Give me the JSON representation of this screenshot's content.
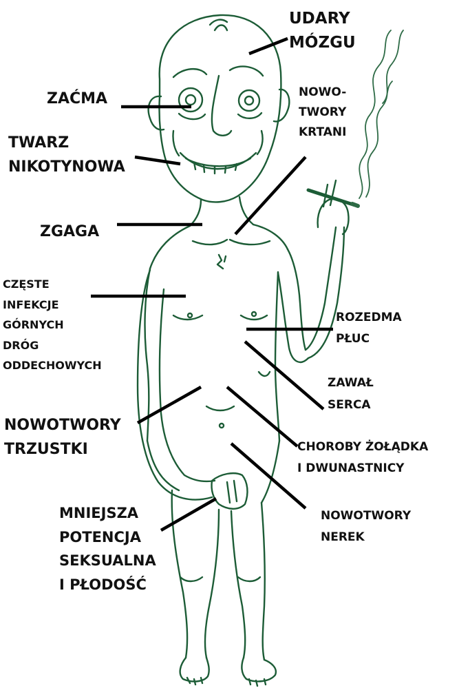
{
  "labels": {
    "udary": "UDARY\nMÓZGU",
    "zacma": "ZAĆMA",
    "nowotwory_krtani": "NOWO-\nTWORY\nKRTANI",
    "twarz": "TWARZ\nNIKOTYNOWA",
    "zgaga": "ZGAGA",
    "infekcje": "CZĘSTE\nINFEKCJE\nGÓRNYCH\nDRÓG\nODDECHOWYCH",
    "rozedma": "ROZEDMA\nPŁUC",
    "zawal": "ZAWAŁ\nSERCA",
    "trzustka": "NOWOTWORY\nTRZUSTKI",
    "zoladek": "CHOROBY ŻOŁĄDKA\nI DWUNASTNICY",
    "potencja": "MNIEJSZA\nPOTENCJA\nSEKSUALNA\nI PŁODOŚĆ",
    "nerki": "NOWOTWORY\nNEREK"
  },
  "colors": {
    "figure_stroke": "#1c5c36",
    "pointer_line": "#000000",
    "label_text": "#111111",
    "background": "#ffffff",
    "smoke": "#2e6b46"
  }
}
